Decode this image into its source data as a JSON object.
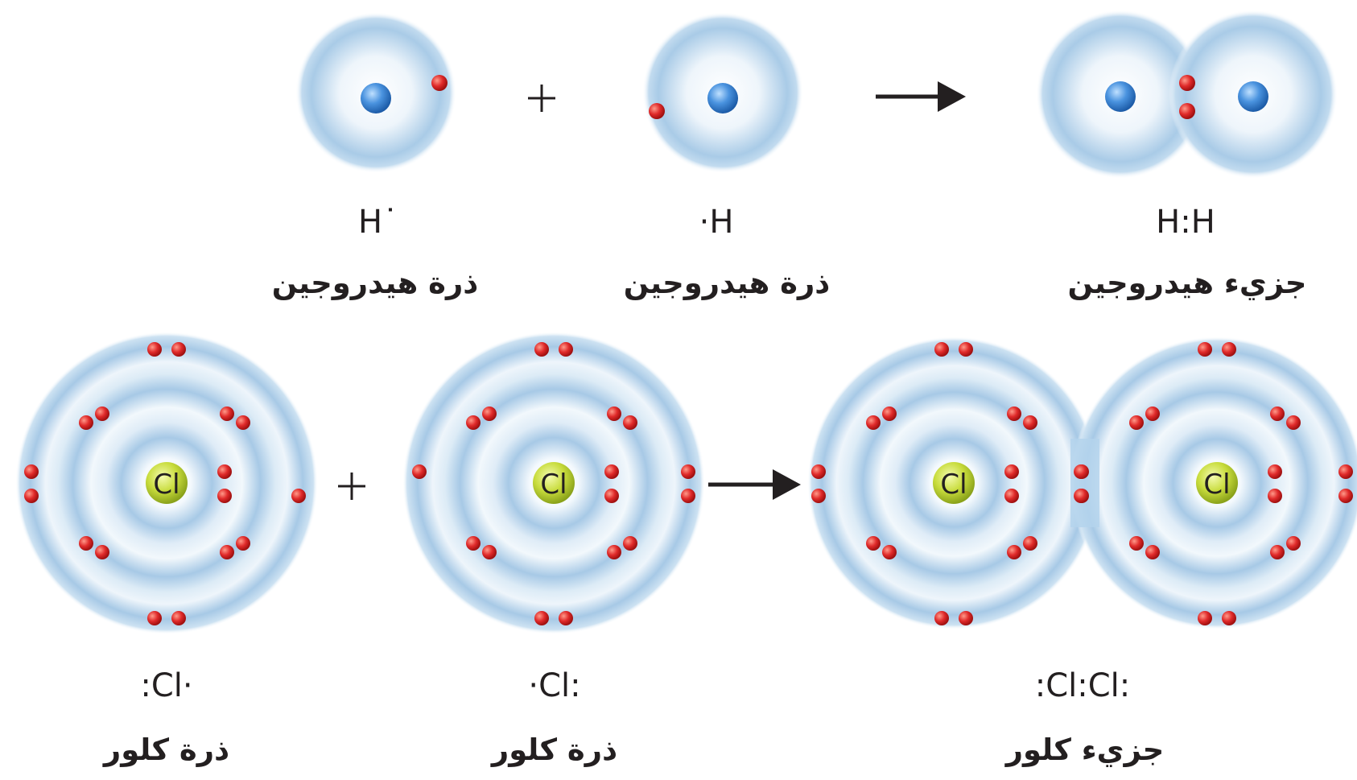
{
  "colors": {
    "shell": "#9cc4e4",
    "shell_light": "#f4f9fd",
    "electron": "#e02a2a",
    "hydrogen_nucleus": "#3f88d8",
    "chlorine_nucleus": "#c8dc3c",
    "arrow": "#231f20",
    "text": "#231f20"
  },
  "hydrogen_row": {
    "atom1": {
      "formula": "H˙",
      "name": "ذرة هيدروجين"
    },
    "atom2": {
      "formula": "·H",
      "name": "ذرة هيدروجين"
    },
    "product": {
      "formula": "H:H",
      "name": "جزيء هيدروجين"
    },
    "plus": "+"
  },
  "chlorine_row": {
    "atom1": {
      "formula": ":Cl·",
      "name": "ذرة كلور"
    },
    "atom2": {
      "formula": "·Cl:",
      "name": "ذرة كلور"
    },
    "product": {
      "formula": ":Cl:Cl:",
      "name": "جزيء كلور"
    },
    "plus": "+",
    "nucleus_label": "Cl"
  }
}
